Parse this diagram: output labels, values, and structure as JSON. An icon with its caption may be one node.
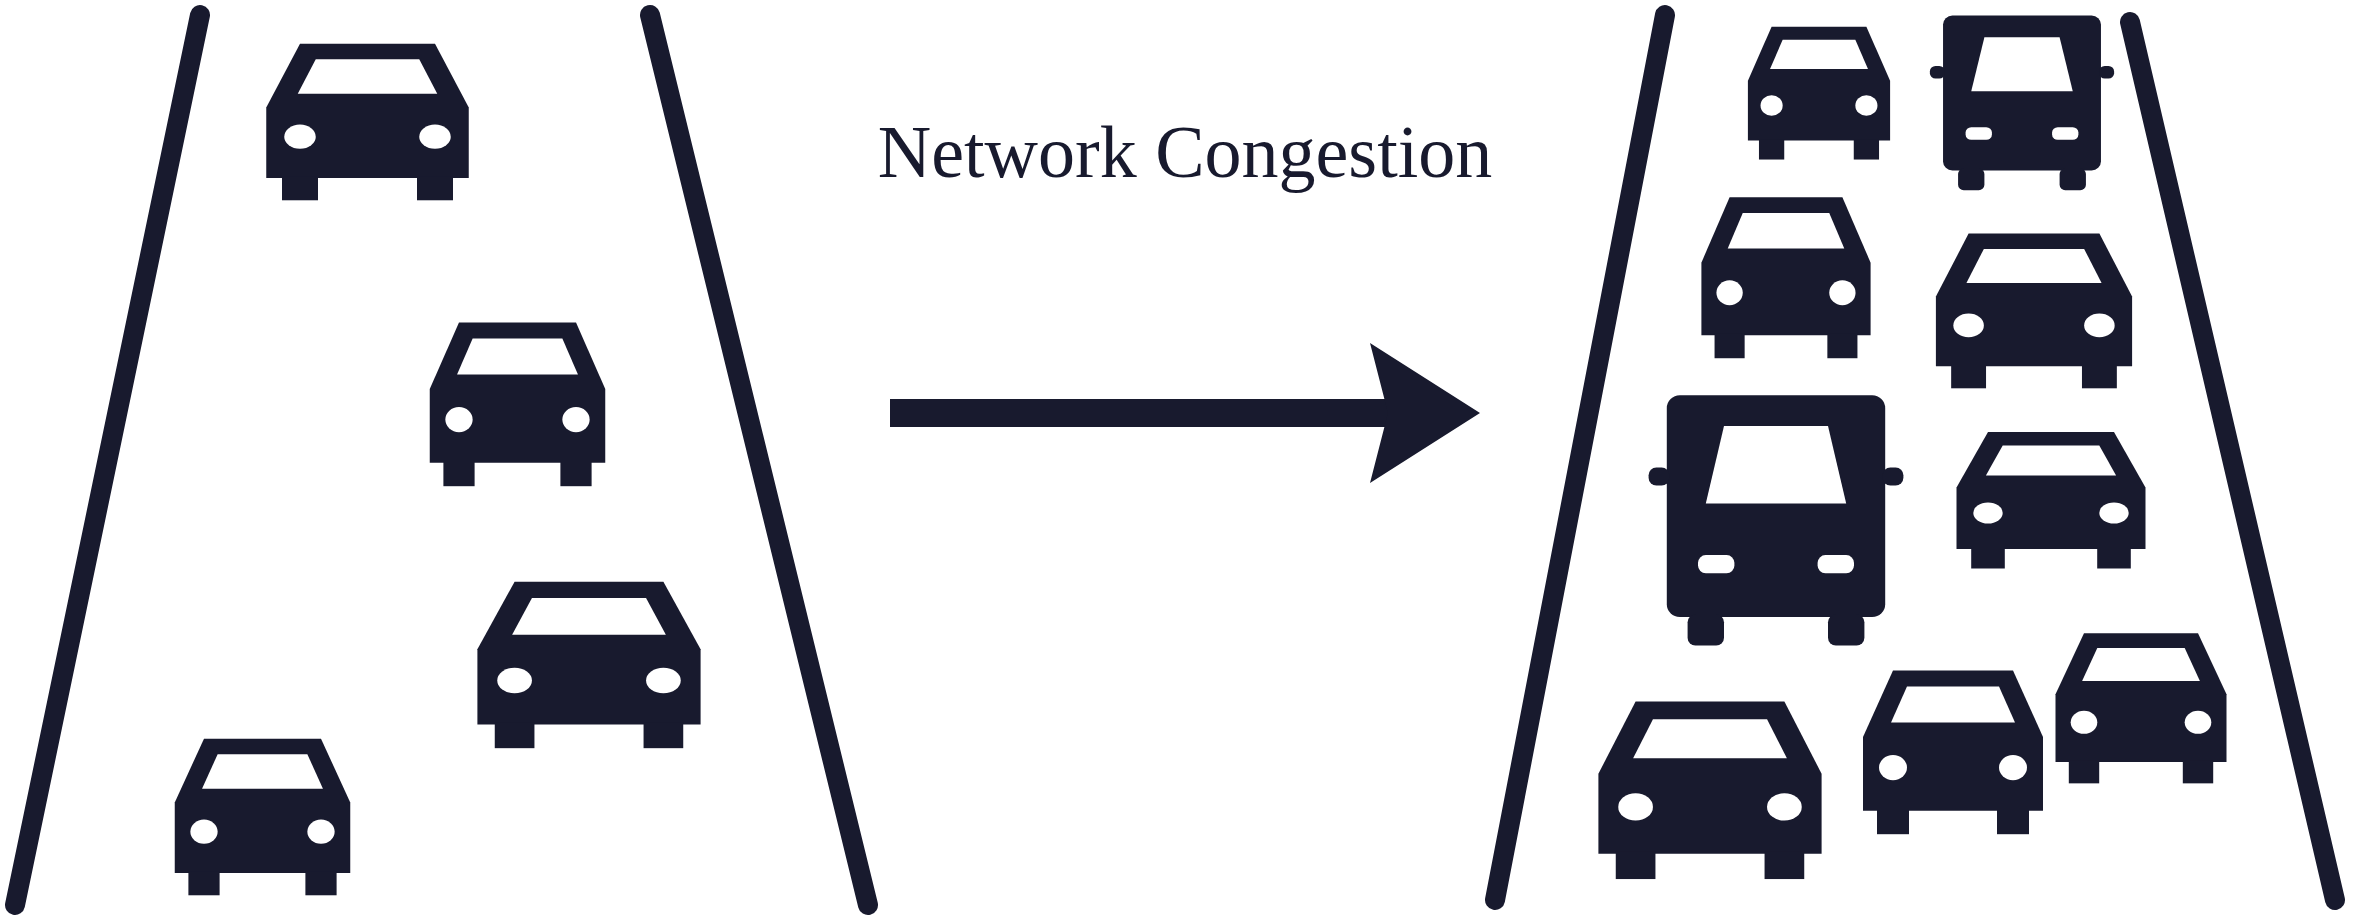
{
  "diagram": {
    "nodes": [
      {
        "text": [],
        "shape": "picture"
      },
      {
        "text": [],
        "shape": "picture"
      }
    ],
    "edges": [
      {
        "from": 0,
        "to": 1,
        "arrow": "to",
        "label": "Network Congestion"
      }
    ]
  }
}
